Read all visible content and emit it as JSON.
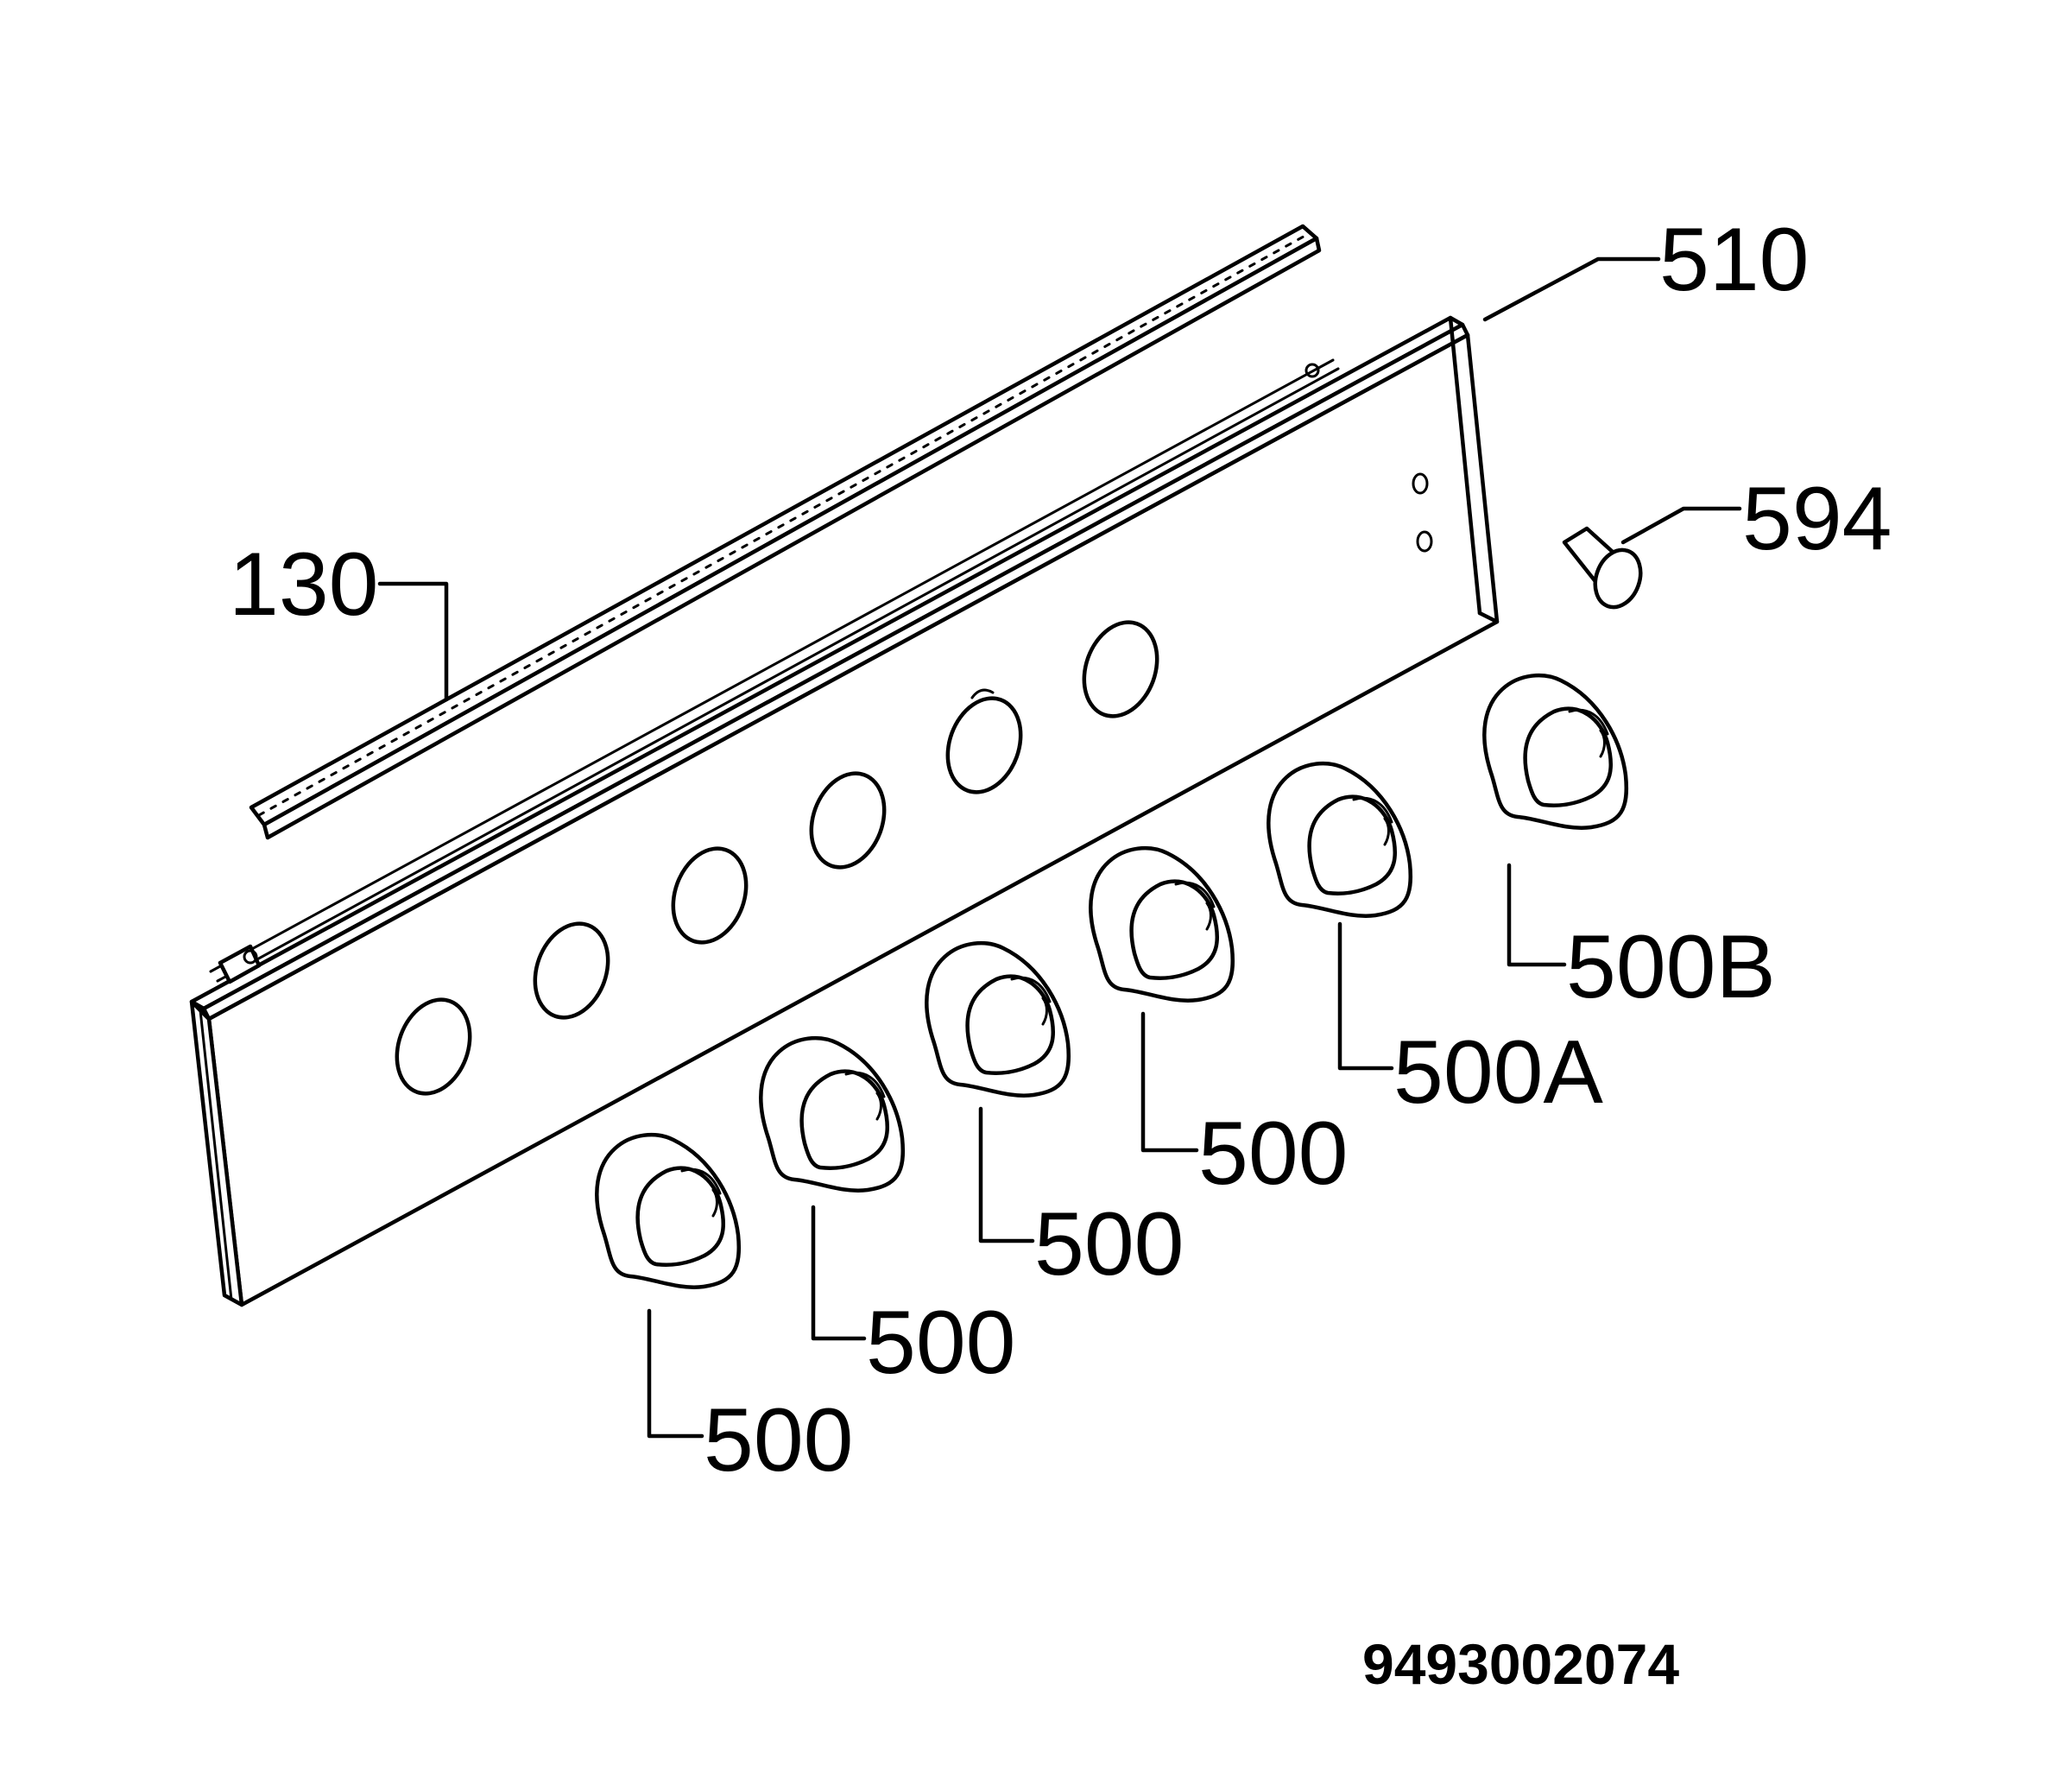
{
  "callouts": {
    "gasket": "130",
    "panel": "510",
    "lamp": "594",
    "knob1": "500",
    "knob2": "500",
    "knob3": "500",
    "knob4": "500",
    "knob5": "500A",
    "knob6": "500B"
  },
  "drawing_code": "9493002074"
}
